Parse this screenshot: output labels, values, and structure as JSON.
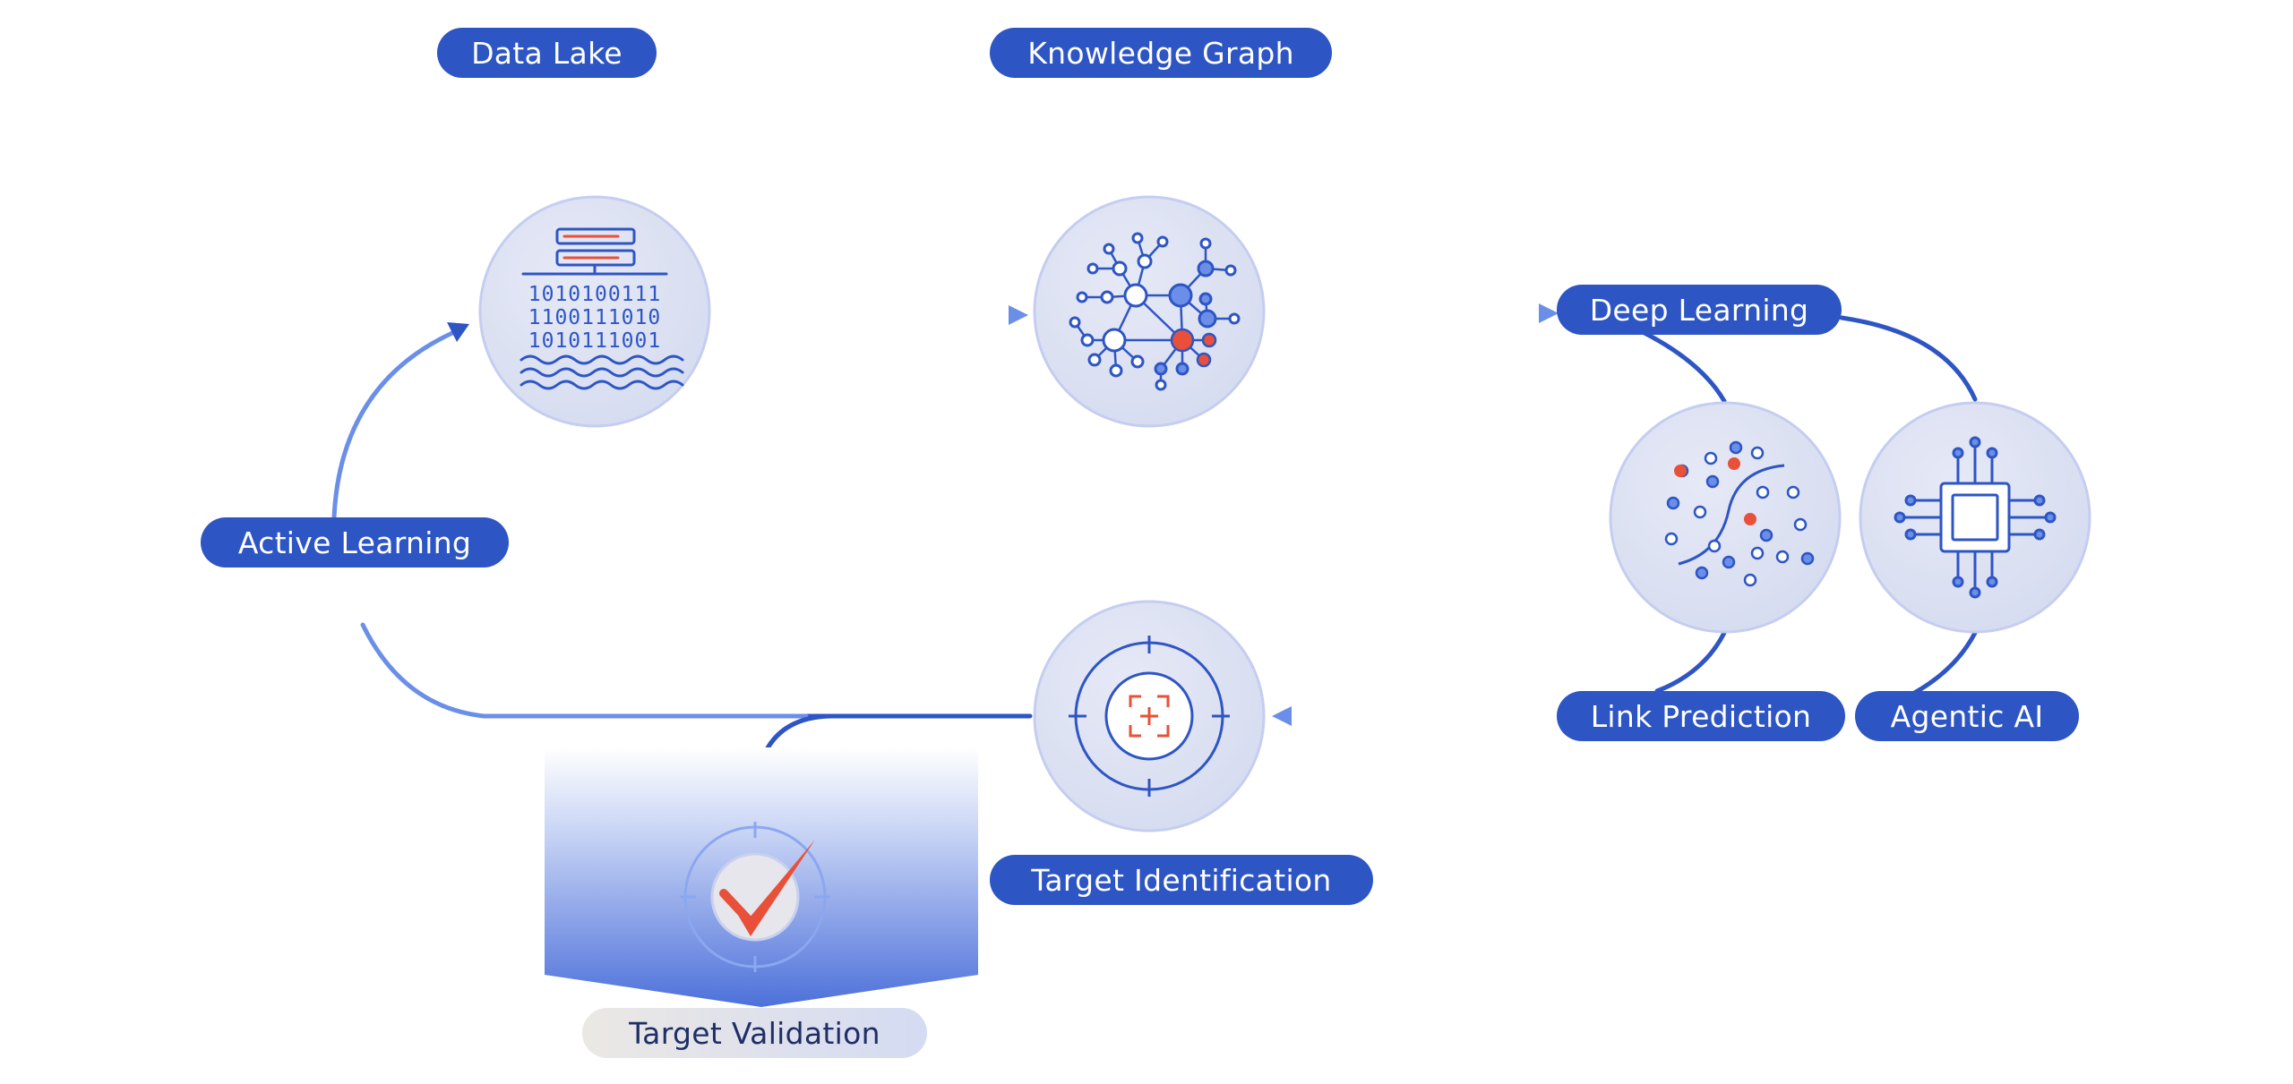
{
  "labels": {
    "data_lake": "Data Lake",
    "knowledge_graph": "Knowledge Graph",
    "deep_learning": "Deep Learning",
    "active_learning": "Active Learning",
    "link_prediction": "Link Prediction",
    "agentic_ai": "Agentic AI",
    "target_identification": "Target Identification",
    "target_validation": "Target Validation"
  },
  "data_lake_binary": [
    "1010100111",
    "1100111010",
    "1010111001"
  ],
  "icons": {
    "data_lake": "server-binary-waves-icon",
    "knowledge_graph": "network-graph-icon",
    "link_prediction": "scatter-decision-curve-icon",
    "agentic_ai": "processor-chip-icon",
    "target_identification": "crosshair-target-icon",
    "target_validation": "validated-checkmark-icon"
  },
  "colors": {
    "primary_blue": "#2d55c4",
    "light_blue": "#6b8fe8",
    "accent_red": "#e8503a",
    "circle_fill": "#dfe3f2"
  }
}
